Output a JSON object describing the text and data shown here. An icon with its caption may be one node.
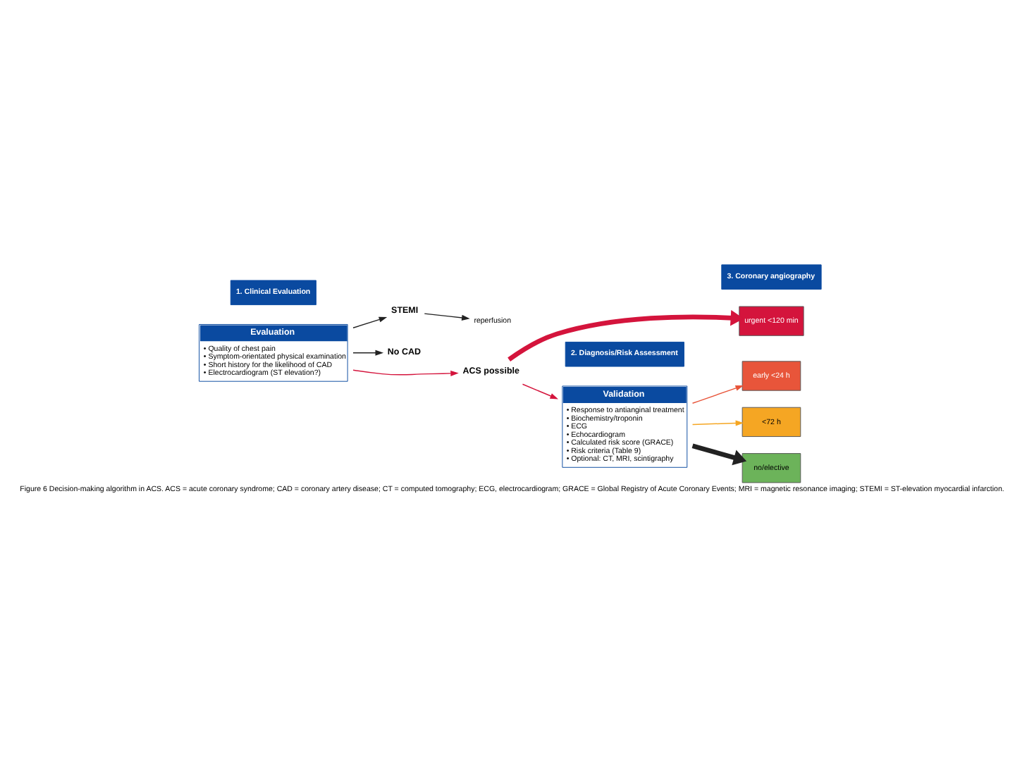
{
  "diagram": {
    "caption": "Figure 6 Decision-making algorithm in ACS. ACS = acute coronary syndrome; CAD = coronary artery disease; CT = computed tomography; ECG, electrocardiogram; GRACE = Global Registry of Acute Coronary Events; MRI = magnetic resonance imaging; STEMI = ST-elevation myocardial infarction.",
    "nodes": [
      {
        "text": [
          "Evaluation",
          "• Quality of chest pain",
          "• Symptom-orientated physical examination",
          "• Short history for the likelihood of CAD",
          "• Electrocardiogram (ST elevation?)"
        ]
      },
      {
        "text": [
          "STEMI"
        ]
      },
      {
        "text": [
          "reperfusion"
        ]
      },
      {
        "text": [
          "ACS possible"
        ]
      },
      {
        "text": [
          "No CAD"
        ]
      },
      {
        "text": [
          "Validation",
          "• Response to antianginal treatment",
          "• Biochemistry/troponin",
          "• ECG",
          "• Echocardiogram",
          "• Calculated risk score (GRACE)",
          "• Risk criteria (Table 9)",
          "• Optional: CT, MRI, scintigraphy"
        ]
      },
      {
        "text": [
          "urgent <120 min"
        ]
      },
      {
        "text": [
          "early <24 h"
        ]
      },
      {
        "text": [
          "<72 h"
        ]
      },
      {
        "text": [
          "no/elective"
        ]
      }
    ],
    "edges": [
      {
        "from": 0,
        "to": 1,
        "arrow": "to"
      },
      {
        "from": 1,
        "to": 2,
        "arrow": "to"
      },
      {
        "from": 0,
        "to": 3,
        "arrow": "to",
        "color": "#d4143c"
      },
      {
        "from": 0,
        "to": 4,
        "arrow": "to"
      },
      {
        "from": 3,
        "to": 6,
        "arrow": "to",
        "style": "thick",
        "color": "#d4143c"
      },
      {
        "from": 3,
        "to": 5,
        "arrow": "to",
        "color": "#d4143c"
      },
      {
        "from": 5,
        "to": 7,
        "arrow": "to",
        "color": "#e8553a"
      },
      {
        "from": 5,
        "to": 8,
        "arrow": "to",
        "color": "#f5a623"
      },
      {
        "from": 5,
        "to": 9,
        "arrow": "to",
        "style": "thick"
      }
    ],
    "labels": [
      "1. Clinical Evaluation",
      "2. Diagnosis/Risk Assessment",
      "3. Coronary angiography"
    ]
  }
}
